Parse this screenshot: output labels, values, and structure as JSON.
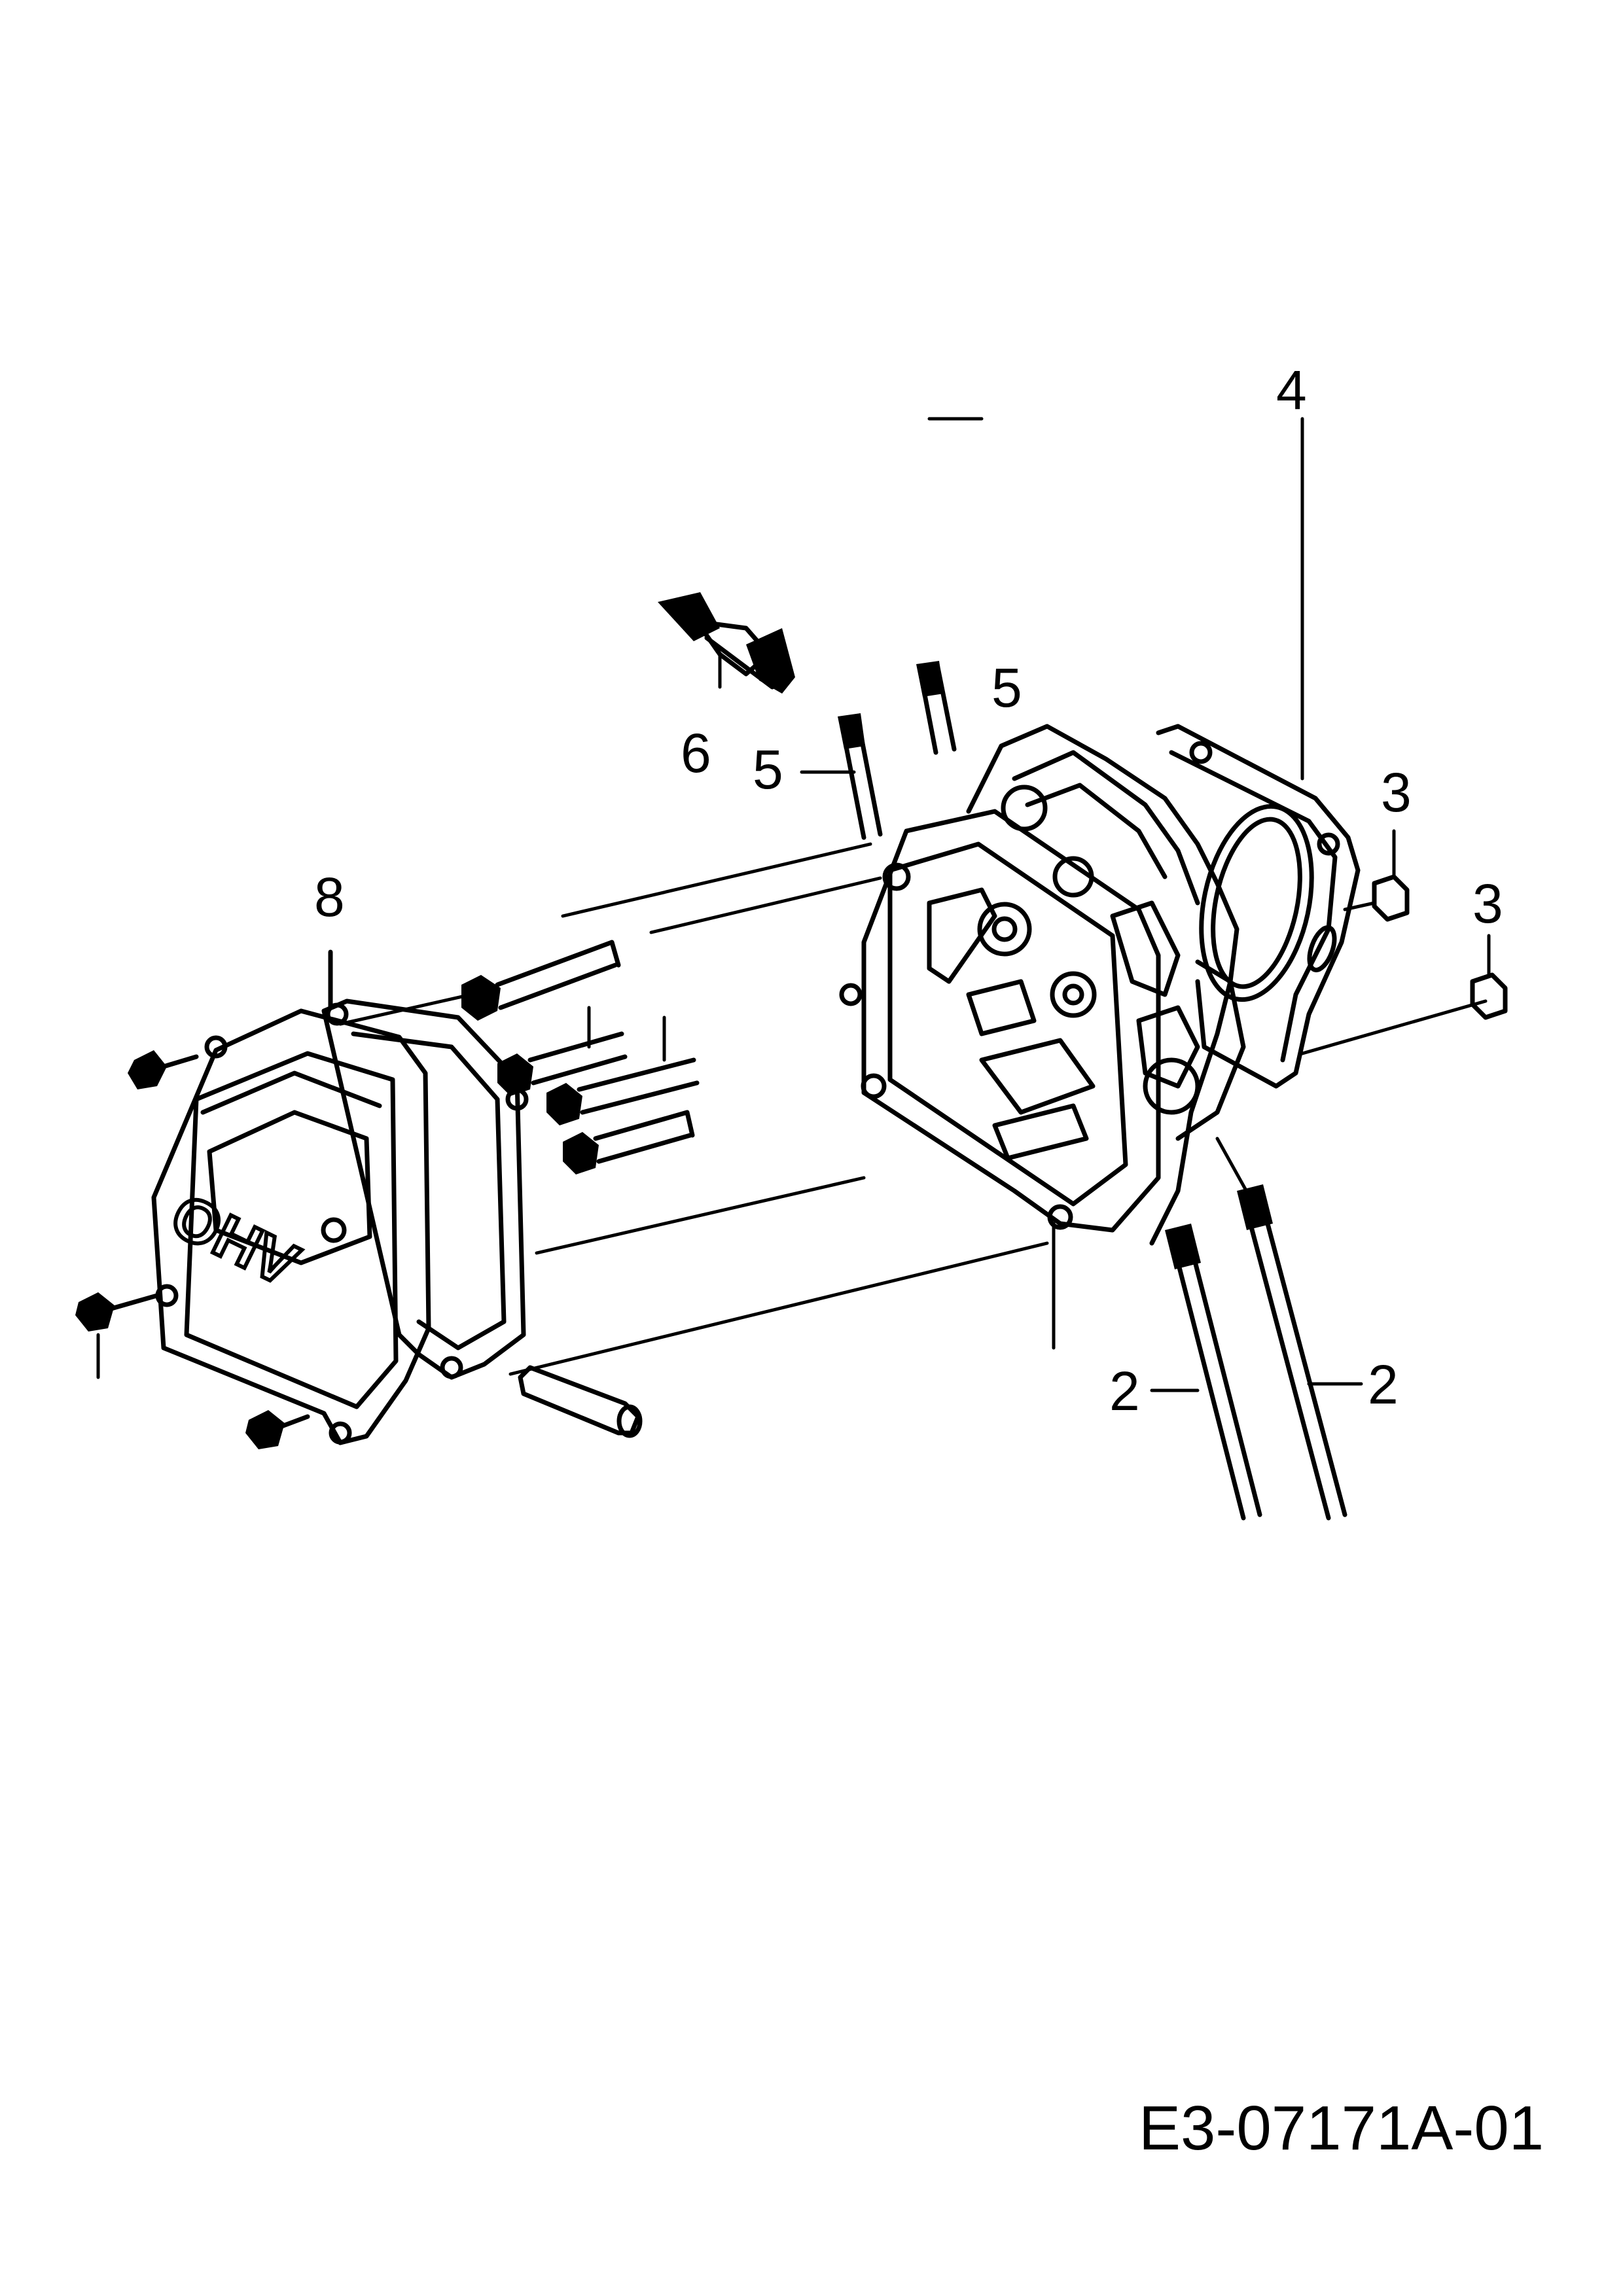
{
  "diagram": {
    "drawing_code": "E3-07171A-01",
    "callouts": {
      "part_2_left": "2",
      "part_2_right": "2",
      "part_3_upper": "3",
      "part_3_lower": "3",
      "part_4": "4",
      "part_5_left": "5",
      "part_5_right": "5",
      "part_6": "6",
      "part_8": "8"
    },
    "cover_lettering": "OHV",
    "colors": {
      "ink": "#000000",
      "paper": "#ffffff"
    }
  }
}
